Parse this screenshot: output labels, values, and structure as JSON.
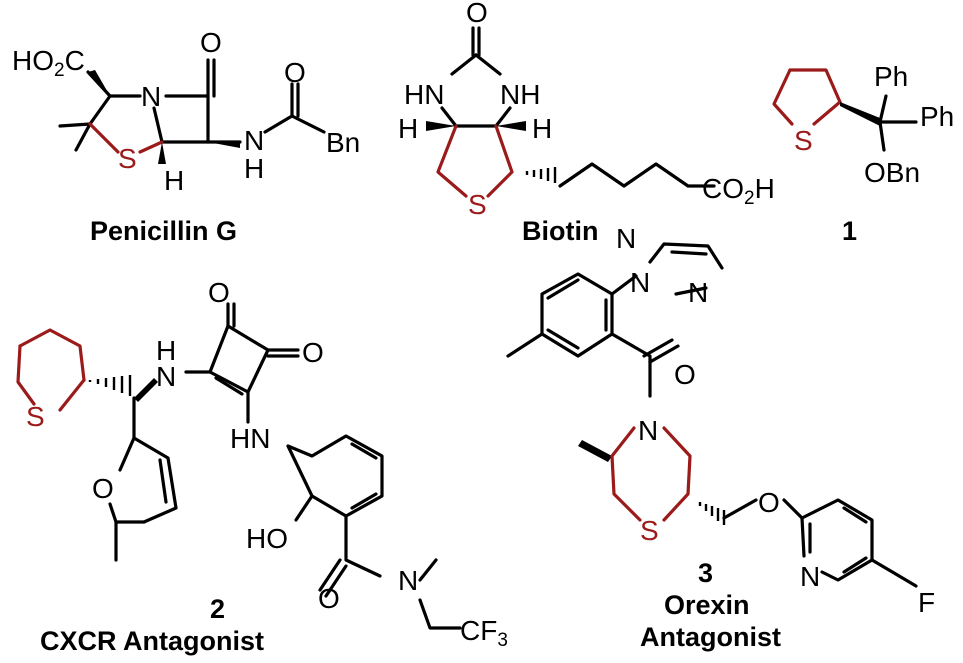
{
  "colors": {
    "ink": "#000000",
    "thioether_ring": "#9b1b1b",
    "background": "#ffffff"
  },
  "compounds": [
    {
      "caption": "Penicillin G",
      "labels": {
        "acid": "HO2C",
        "n_ring": "N",
        "carbonyl_o": "O",
        "s_ring": "S",
        "h_ring": "H",
        "nh": "N",
        "nh_h": "H",
        "amide_o": "O",
        "bn": "Bn"
      }
    },
    {
      "caption": "Biotin",
      "labels": {
        "urea_o": "O",
        "hn_left": "HN",
        "nh_right": "NH",
        "h_left": "H",
        "h_right": "H",
        "s_ring": "S",
        "acid": "CO2H"
      }
    },
    {
      "caption": "1",
      "labels": {
        "s_ring": "S",
        "ph1": "Ph",
        "ph2": "Ph",
        "obn": "OBn"
      }
    },
    {
      "caption_number": "2",
      "caption": "CXCR Antagonist",
      "labels": {
        "s_ring": "S",
        "nh_h": "H",
        "nh": "N",
        "o1": "O",
        "o2": "O",
        "hn": "HN",
        "furan_o": "O",
        "ho": "HO",
        "amide_o": "O",
        "amide_n": "N",
        "cf3": "CF3"
      }
    },
    {
      "caption_number": "3",
      "caption_line1": "Orexin",
      "caption_line2": "Antagonist",
      "labels": {
        "tz_n1": "N",
        "tz_n2": "N",
        "tz_n3": "N",
        "carbonyl_o": "O",
        "n_ring": "N",
        "s_ring": "S",
        "ether_o": "O",
        "py_n": "N",
        "f": "F"
      }
    }
  ]
}
